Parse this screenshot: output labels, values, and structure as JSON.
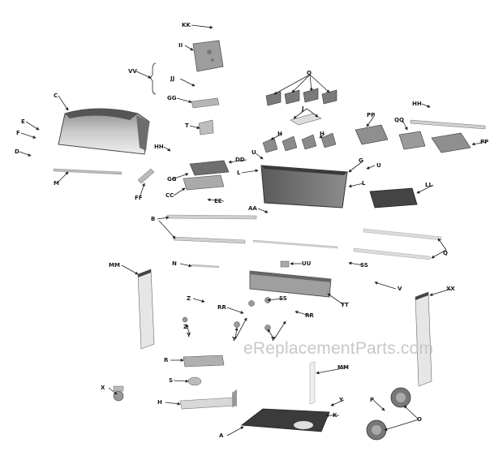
{
  "watermark": "eReplacementParts.com",
  "parts": {
    "KK": "KK",
    "II": "II",
    "VV": "VV",
    "JJ": "JJ",
    "GG": "GG",
    "T": "T",
    "O": "O",
    "J": "J",
    "PP": "PP",
    "HH": "HH",
    "QQ": "QQ",
    "C": "C",
    "E": "E",
    "F": "F",
    "D": "D",
    "M": "M",
    "U": "U",
    "L": "L",
    "G": "G",
    "FF": "FF",
    "CC": "CC",
    "EE": "EE",
    "LL": "LL",
    "H": "H",
    "B": "B",
    "AA": "AA",
    "Q": "Q",
    "N": "N",
    "UU": "UU",
    "SS": "SS",
    "V": "V",
    "MM": "MM",
    "TT": "TT",
    "XX": "XX",
    "Z": "Z",
    "RR": "RR",
    "Y": "Y",
    "R": "R",
    "S": "S",
    "X": "X",
    "A": "A",
    "K": "K",
    "P": "P",
    "DD": "DD"
  }
}
